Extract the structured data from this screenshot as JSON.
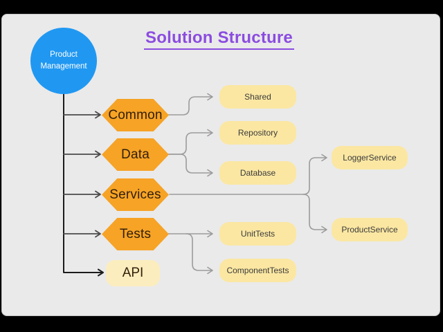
{
  "title": "Solution Structure",
  "root": {
    "label": "Product Management"
  },
  "level1": [
    {
      "label": "Common",
      "shape": "hexagon"
    },
    {
      "label": "Data",
      "shape": "hexagon"
    },
    {
      "label": "Services",
      "shape": "hexagon"
    },
    {
      "label": "Tests",
      "shape": "hexagon"
    },
    {
      "label": "API",
      "shape": "rounded-rectangle"
    }
  ],
  "level2": [
    {
      "label": "Shared",
      "parent": "Common"
    },
    {
      "label": "Repository",
      "parent": "Data"
    },
    {
      "label": "Database",
      "parent": "Data"
    },
    {
      "label": "UnitTests",
      "parent": "Tests"
    },
    {
      "label": "ComponentTests",
      "parent": "Tests"
    },
    {
      "label": "LoggerService",
      "parent": "Services"
    },
    {
      "label": "ProductService",
      "parent": "Services"
    }
  ],
  "colors": {
    "letterbox": "#000000",
    "canvas": "#EAEAEA",
    "title": "#8B4CE0",
    "root_fill": "#2098F2",
    "root_text": "#FFFFFF",
    "hexagon_fill": "#F6A326",
    "hexagon_text": "#33200A",
    "child_fill": "#FBE7A2",
    "api_fill": "#FCEDBE",
    "child_text": "#3A3A3A",
    "trunk_line": "#1C1C1C",
    "branch_line": "#4A4A4A",
    "child_line": "#9B9B9B"
  }
}
